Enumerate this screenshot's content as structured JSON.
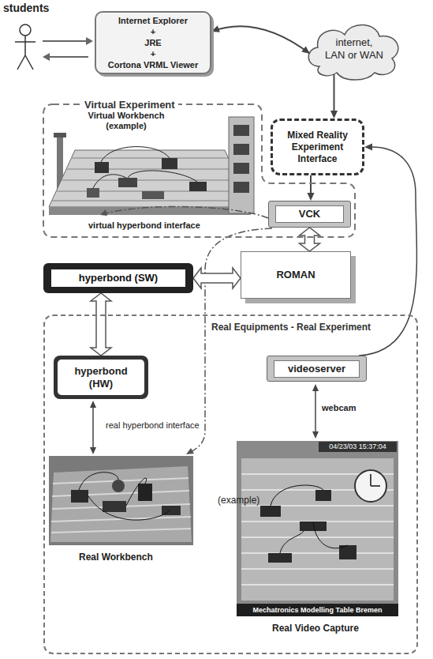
{
  "diagram": {
    "nodes": [
      {
        "text": [
          "Internet Explorer",
          "+",
          "JRE",
          "+",
          "Cortona VRML Viewer"
        ]
      },
      {
        "text": [
          "internet, LAN or WAN"
        ]
      },
      {
        "text": [
          "Virtual Experiment"
        ]
      },
      {
        "text": [
          "Mixed Reality Experiment Interface"
        ]
      },
      {
        "text": [
          "VCK"
        ],
        "in": 2
      },
      {
        "text": [
          "hyperbond (SW)"
        ]
      },
      {
        "text": [
          "ROMAN"
        ]
      },
      {
        "text": [
          "Real Equipments - Real Experiment"
        ]
      },
      {
        "text": [
          "hyperbond (HW)"
        ],
        "in": 7
      },
      {
        "text": [
          "videoserver"
        ],
        "in": 7
      }
    ],
    "edges": [
      {
        "from": 0,
        "to": 1,
        "arrow": "both"
      },
      {
        "from": 1,
        "to": 3,
        "arrow": "to"
      },
      {
        "from": 3,
        "to": 4,
        "arrow": "to"
      },
      {
        "from": 9,
        "to": 3,
        "arrow": "to"
      },
      {
        "from": 4,
        "to": 6,
        "arrow": "both"
      },
      {
        "from": 5,
        "to": 6,
        "arrow": "both"
      },
      {
        "from": 5,
        "to": 8,
        "arrow": "both"
      }
    ],
    "labels": [
      "students",
      "Virtual Workbench (example)",
      "virtual hyperbond interface",
      "real hyperbond interface",
      "(example)",
      "webcam",
      "Real Workbench",
      "04/23/03 15:37:04",
      "Mechatronics Modelling Table Bremen",
      "Real Video Capture"
    ]
  }
}
